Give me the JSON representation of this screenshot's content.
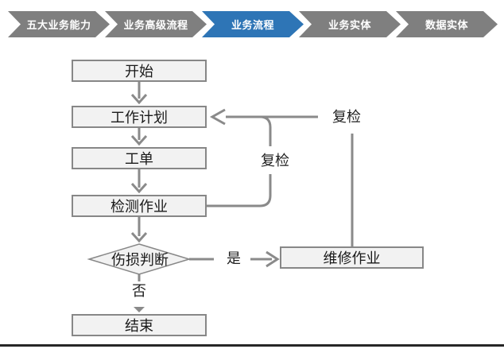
{
  "breadcrumb": {
    "steps": [
      {
        "label": "五大业务能力",
        "active": false
      },
      {
        "label": "业务高级流程",
        "active": false
      },
      {
        "label": "业务流程",
        "active": true
      },
      {
        "label": "业务实体",
        "active": false
      },
      {
        "label": "数据实体",
        "active": false
      }
    ],
    "active_color": "#2e75b6",
    "inactive_color": "#7f7f7f"
  },
  "flowchart": {
    "nodes": {
      "start": "开始",
      "plan": "工作计划",
      "order": "工单",
      "inspect": "检测作业",
      "decision": "伤损判断",
      "repair": "维修作业",
      "end": "结束"
    },
    "labels": {
      "recheck_inner": "复检",
      "recheck_outer": "复检",
      "yes": "是",
      "no": "否"
    },
    "colors": {
      "node_fill": "#f2f2f2",
      "node_border": "#878787",
      "line": "#8a8a8a"
    }
  }
}
